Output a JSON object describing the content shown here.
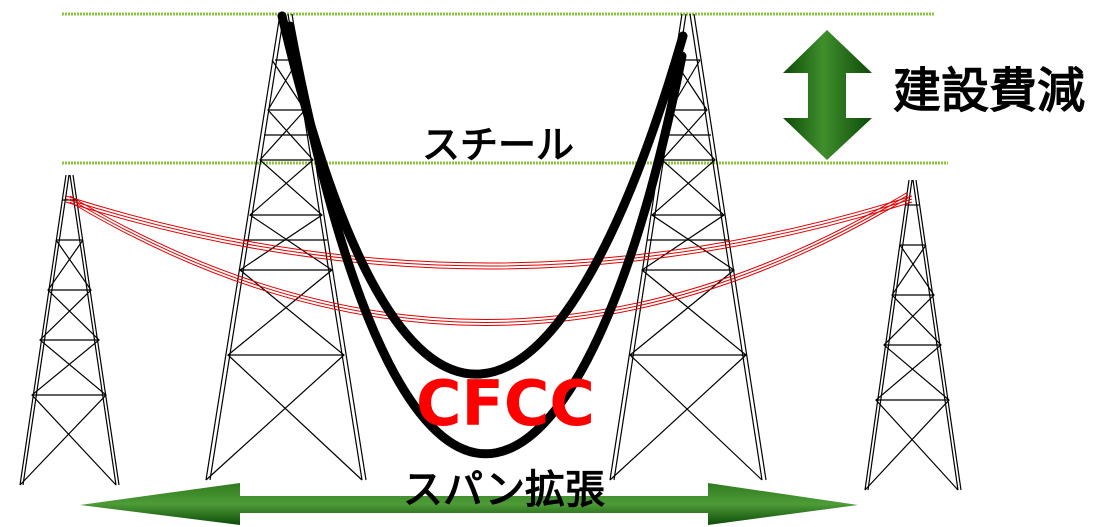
{
  "labels": {
    "steel": "スチール",
    "cost_reduction": "建設費減",
    "cfcc": "CFCC",
    "span_extension": "スパン拡張"
  },
  "colors": {
    "steel_cable": "#000000",
    "cfcc_cable": "#e00000",
    "cfcc_text": "#ff0000",
    "arrow": "#1e6b12",
    "guide_line": "#8cc63f",
    "tower": "#000000"
  }
}
